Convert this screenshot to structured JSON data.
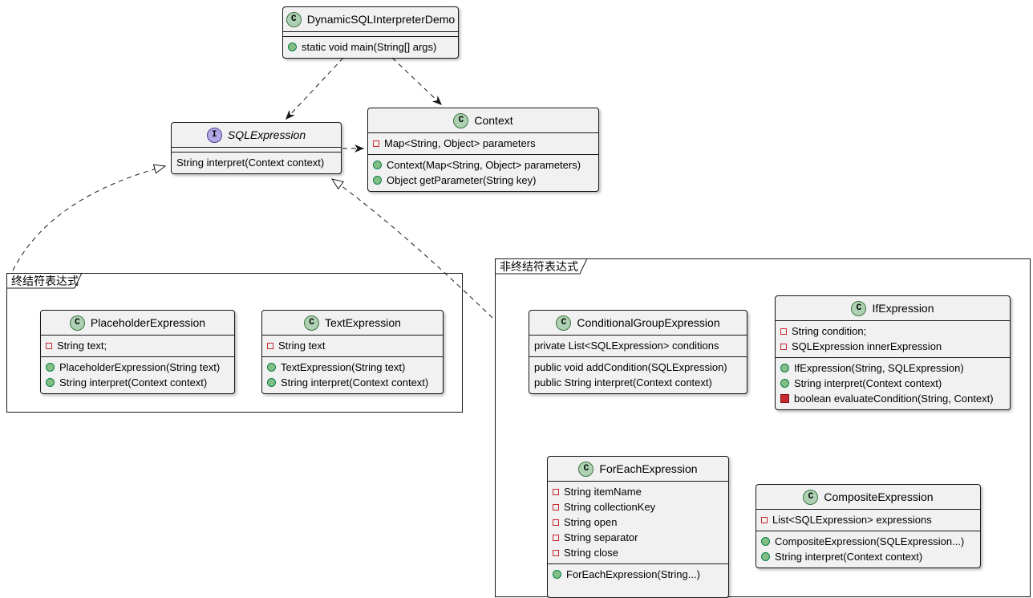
{
  "colors": {
    "background": "#ffffff",
    "box_fill": "#f1f1f1",
    "border": "#181818",
    "class_icon_bg": "#add1b2",
    "interface_icon_bg": "#b4a7e5",
    "private_red": "#c82930",
    "public_green": "#84be84"
  },
  "packages": {
    "terminal": {
      "label": "终结符表达式"
    },
    "nonterminal": {
      "label": "非终结符表达式"
    }
  },
  "classes": {
    "demo": {
      "icon": "C",
      "name": "DynamicSQLInterpreterDemo",
      "fields": [],
      "methods": [
        {
          "visibility": "public",
          "text": "static void main(String[] args)"
        }
      ]
    },
    "sqlExpression": {
      "icon": "I",
      "name": "SQLExpression",
      "fields": [],
      "methods": [
        {
          "visibility": "none",
          "text": "String interpret(Context context)"
        }
      ]
    },
    "context": {
      "icon": "C",
      "name": "Context",
      "fields": [
        {
          "visibility": "private",
          "text": "Map<String, Object> parameters"
        }
      ],
      "methods": [
        {
          "visibility": "public",
          "text": "Context(Map<String, Object> parameters)"
        },
        {
          "visibility": "public",
          "text": "Object getParameter(String key)"
        }
      ]
    },
    "placeholderExpression": {
      "icon": "C",
      "name": "PlaceholderExpression",
      "fields": [
        {
          "visibility": "private",
          "text": "String text;"
        }
      ],
      "methods": [
        {
          "visibility": "public",
          "text": "PlaceholderExpression(String text)"
        },
        {
          "visibility": "public",
          "text": "String interpret(Context context)"
        }
      ]
    },
    "textExpression": {
      "icon": "C",
      "name": "TextExpression",
      "fields": [
        {
          "visibility": "private",
          "text": "String text"
        }
      ],
      "methods": [
        {
          "visibility": "public",
          "text": "TextExpression(String text)"
        },
        {
          "visibility": "public",
          "text": "String interpret(Context context)"
        }
      ]
    },
    "conditionalGroupExpression": {
      "icon": "C",
      "name": "ConditionalGroupExpression",
      "fields": [
        {
          "visibility": "none",
          "text": "private List<SQLExpression> conditions"
        }
      ],
      "methods": [
        {
          "visibility": "none",
          "text": "public void addCondition(SQLExpression)"
        },
        {
          "visibility": "none",
          "text": "public String interpret(Context context)"
        }
      ]
    },
    "ifExpression": {
      "icon": "C",
      "name": "IfExpression",
      "fields": [
        {
          "visibility": "private",
          "text": "String condition;"
        },
        {
          "visibility": "private",
          "text": "SQLExpression innerExpression"
        }
      ],
      "methods": [
        {
          "visibility": "public",
          "text": "IfExpression(String, SQLExpression)"
        },
        {
          "visibility": "public",
          "text": "String interpret(Context context)"
        },
        {
          "visibility": "private",
          "text": "boolean evaluateCondition(String, Context)"
        }
      ]
    },
    "forEachExpression": {
      "icon": "C",
      "name": "ForEachExpression",
      "fields": [
        {
          "visibility": "private",
          "text": "String itemName"
        },
        {
          "visibility": "private",
          "text": "String collectionKey"
        },
        {
          "visibility": "private",
          "text": "String open"
        },
        {
          "visibility": "private",
          "text": "String separator"
        },
        {
          "visibility": "private",
          "text": "String close"
        }
      ],
      "methods": [
        {
          "visibility": "public",
          "text": "ForEachExpression(String...)"
        }
      ]
    },
    "compositeExpression": {
      "icon": "C",
      "name": "CompositeExpression",
      "fields": [
        {
          "visibility": "private",
          "text": "List<SQLExpression> expressions"
        }
      ],
      "methods": [
        {
          "visibility": "public",
          "text": "CompositeExpression(SQLExpression...)"
        },
        {
          "visibility": "public",
          "text": "String interpret(Context context)"
        }
      ]
    }
  },
  "relations": [
    {
      "from": "DynamicSQLInterpreterDemo",
      "to": "SQLExpression",
      "type": "dependency",
      "style": "dashed"
    },
    {
      "from": "DynamicSQLInterpreterDemo",
      "to": "Context",
      "type": "dependency",
      "style": "dashed"
    },
    {
      "from": "SQLExpression",
      "to": "Context",
      "type": "dependency",
      "style": "dashed"
    },
    {
      "from": "终结符表达式",
      "to": "SQLExpression",
      "type": "realization",
      "style": "dashed"
    },
    {
      "from": "非终结符表达式",
      "to": "SQLExpression",
      "type": "realization",
      "style": "dashed"
    }
  ]
}
